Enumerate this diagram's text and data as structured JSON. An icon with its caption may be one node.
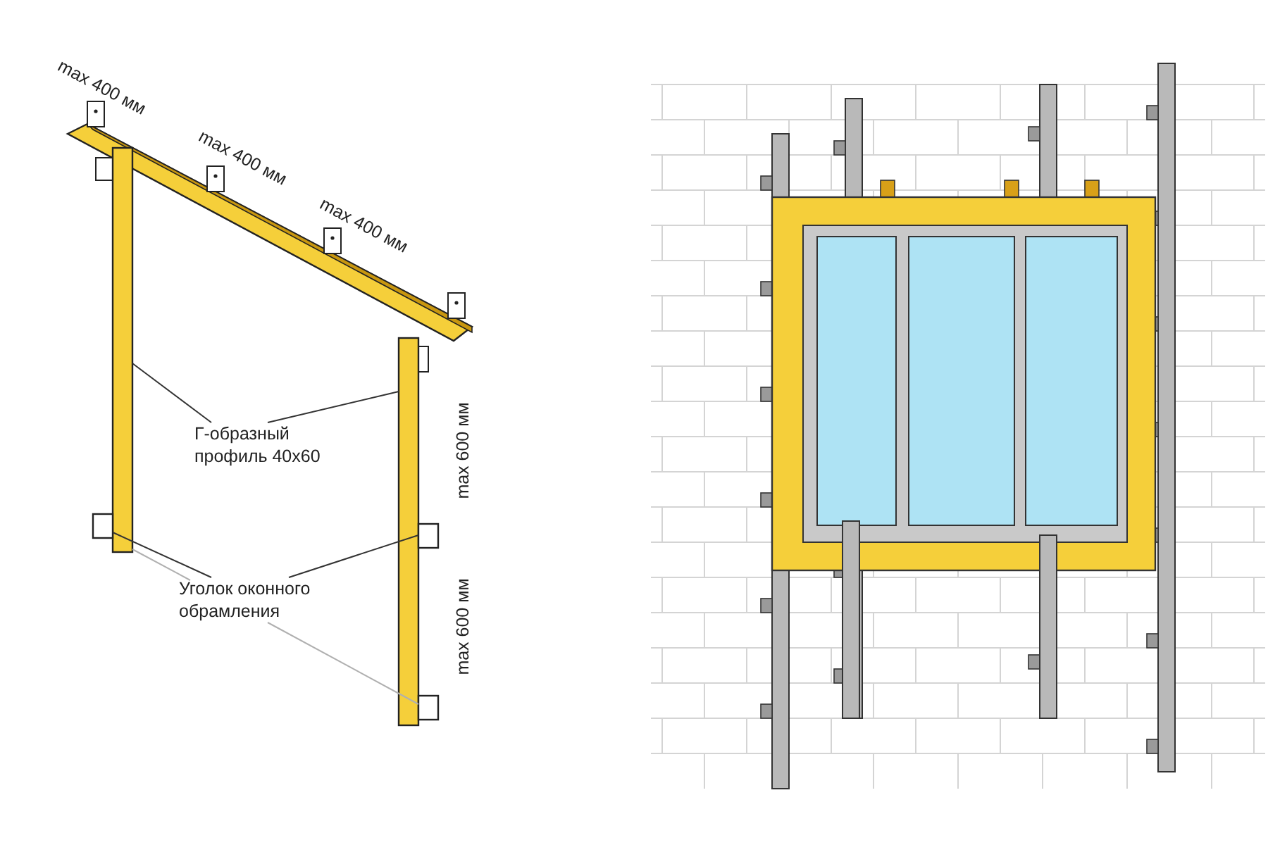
{
  "diagram": {
    "nodes": [
      {
        "text": [
          "Г-образный профиль 40х60"
        ]
      },
      {
        "text": [
          "Уголок оконного обрамления"
        ]
      },
      {
        "text": [],
        "shape": "bar"
      },
      {
        "text": [],
        "shape": "bar"
      },
      {
        "text": [],
        "shape": "box"
      },
      {
        "text": [],
        "shape": "box"
      },
      {
        "text": [],
        "shape": "box"
      }
    ],
    "edges": [
      {
        "from": 0,
        "to": 2,
        "arrow": "none"
      },
      {
        "from": 0,
        "to": 3,
        "arrow": "none"
      },
      {
        "from": 1,
        "to": 4,
        "arrow": "none"
      },
      {
        "from": 1,
        "to": 5,
        "arrow": "none"
      },
      {
        "from": 1,
        "to": 2,
        "arrow": "none",
        "color": "#b0b0b0"
      },
      {
        "from": 1,
        "to": 6,
        "arrow": "none",
        "color": "#b0b0b0"
      }
    ],
    "labels": [
      "max 400 мм",
      "max 400 мм",
      "max 400 мм",
      "max 600 мм",
      "max 600 мм"
    ]
  }
}
